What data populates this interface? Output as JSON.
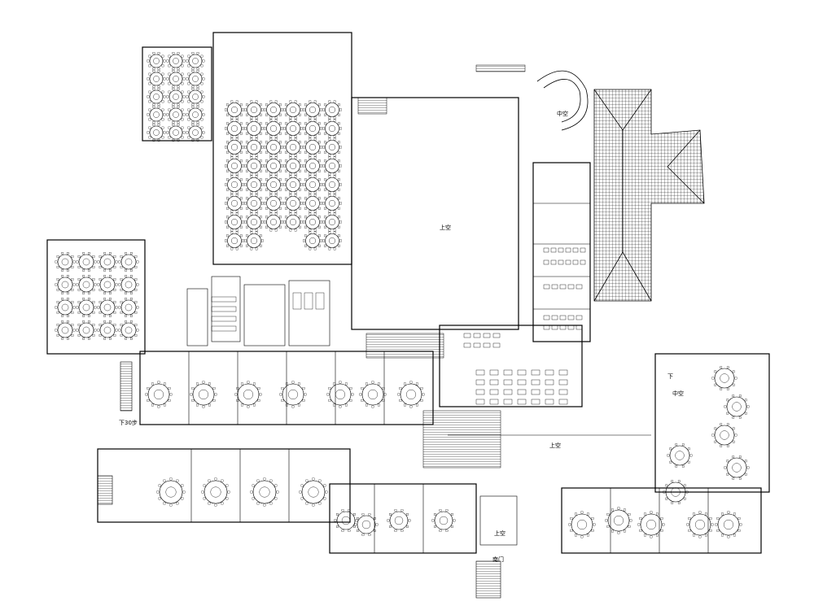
{
  "labels": {
    "void_main": "上空",
    "void_lower": "上空",
    "void_south": "上空",
    "patio": "中空",
    "stair_down": "下30步",
    "down": "下",
    "south_entry": "南门"
  },
  "colors": {
    "line": "#000000",
    "background": "#ffffff",
    "roof_hatch": "#000000"
  }
}
